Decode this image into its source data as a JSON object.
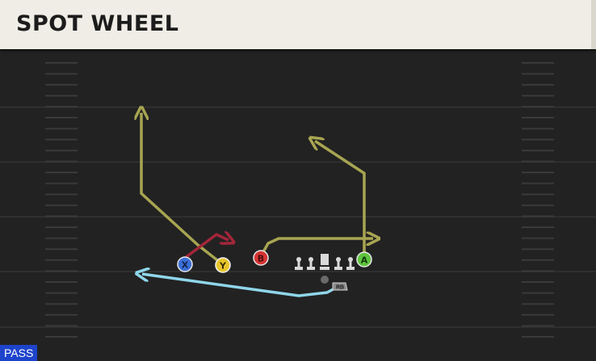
{
  "play": {
    "title": "SPOT WHEEL",
    "type_badge": "PASS",
    "players": [
      {
        "label": "X",
        "color": "#3b6fd6"
      },
      {
        "label": "Y",
        "color": "#e7c52c"
      },
      {
        "label": "B",
        "color": "#d63434"
      },
      {
        "label": "A",
        "color": "#5fc53f"
      },
      {
        "label": "RB",
        "color": "#8a8a8a"
      }
    ]
  },
  "colors": {
    "route_main": "#a8a552",
    "route_block": "#a3263a",
    "route_rb": "#8fd6ea",
    "field": "#222222",
    "yard_line": "#2f2f2f",
    "hash": "#3a3a3a",
    "lineman": "#d9d9d9"
  }
}
